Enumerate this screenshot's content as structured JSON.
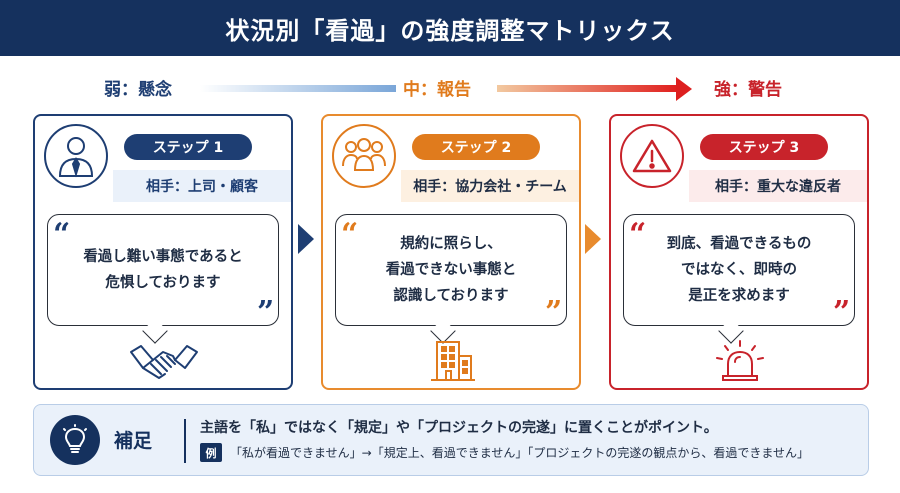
{
  "title": "状況別「看過」の強度調整マトリックス",
  "scale": {
    "weak": "弱：懸念",
    "mid": "中：報告",
    "strong": "強：警告"
  },
  "steps": [
    {
      "label": "ステップ 1",
      "partner": "相手：上司・顧客",
      "quote_open": "“",
      "quote_lines": [
        "看過し難い事態であると",
        "危惧しております"
      ],
      "quote_close": "”",
      "icon": "businessman-icon",
      "bottom_icon": "handshake-icon",
      "color": "#1e3e73"
    },
    {
      "label": "ステップ 2",
      "partner": "相手：協力会社・チーム",
      "quote_open": "“",
      "quote_lines": [
        "規約に照らし、",
        "看過できない事態と",
        "認識しております"
      ],
      "quote_close": "”",
      "icon": "team-icon",
      "bottom_icon": "office-building-icon",
      "color": "#e07b1d"
    },
    {
      "label": "ステップ 3",
      "partner": "相手：重大な違反者",
      "quote_open": "“",
      "quote_lines": [
        "到底、看過できるもの",
        "ではなく、即時の",
        "是正を求めます"
      ],
      "quote_close": "”",
      "icon": "warning-icon",
      "bottom_icon": "alarm-light-icon",
      "color": "#c8232b"
    }
  ],
  "supplement": {
    "label": "補足",
    "icon": "lightbulb-icon",
    "main": "主語を「私」ではなく「規定」や「プロジェクトの完遂」に置くことがポイント。",
    "example_tag": "例",
    "example": "「私が看過できません」→「規定上、看過できません」「プロジェクトの完遂の観点から、看過できません」"
  }
}
